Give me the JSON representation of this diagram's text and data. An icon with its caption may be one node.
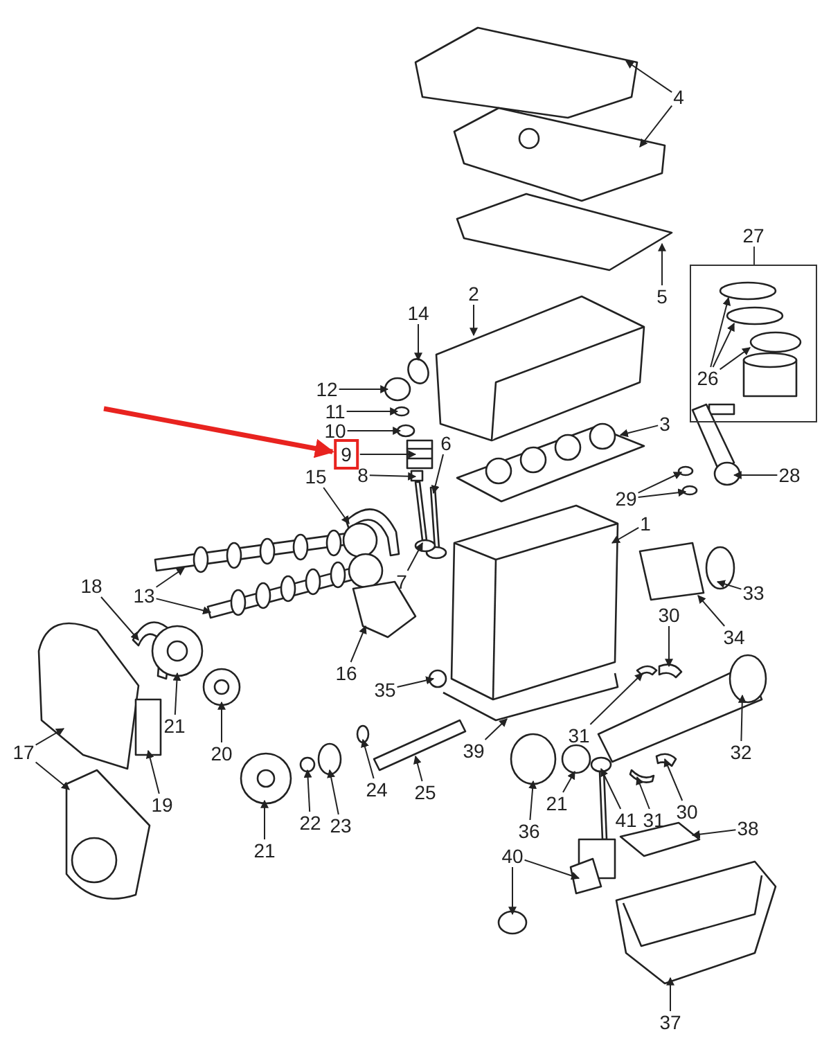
{
  "diagram": {
    "nodes": [
      {
        "text": [
          "4"
        ]
      },
      {
        "text": [
          "27"
        ]
      },
      {
        "text": [
          "5"
        ]
      },
      {
        "text": [
          "2"
        ]
      },
      {
        "text": [
          "26"
        ],
        "in": 1
      },
      {
        "text": [
          "14"
        ]
      },
      {
        "text": [
          "12"
        ]
      },
      {
        "text": [
          "11"
        ]
      },
      {
        "text": [
          "10"
        ]
      },
      {
        "text": [
          "9"
        ]
      },
      {
        "text": [
          "8"
        ]
      },
      {
        "text": [
          "6"
        ]
      },
      {
        "text": [
          "3"
        ]
      },
      {
        "text": [
          "15"
        ]
      },
      {
        "text": [
          "29"
        ]
      },
      {
        "text": [
          "28"
        ]
      },
      {
        "text": [
          "1"
        ]
      },
      {
        "text": [
          "7"
        ]
      },
      {
        "text": [
          "13"
        ]
      },
      {
        "text": [
          "18"
        ]
      },
      {
        "text": [
          "33"
        ]
      },
      {
        "text": [
          "34"
        ]
      },
      {
        "text": [
          "30"
        ]
      },
      {
        "text": [
          "16"
        ]
      },
      {
        "text": [
          "21"
        ]
      },
      {
        "text": [
          "35"
        ]
      },
      {
        "text": [
          "31"
        ]
      },
      {
        "text": [
          "39"
        ]
      },
      {
        "text": [
          "20"
        ]
      },
      {
        "text": [
          "17"
        ]
      },
      {
        "text": [
          "32"
        ]
      },
      {
        "text": [
          "25"
        ]
      },
      {
        "text": [
          "21"
        ]
      },
      {
        "text": [
          "36"
        ]
      },
      {
        "text": [
          "19"
        ]
      },
      {
        "text": [
          "22"
        ]
      },
      {
        "text": [
          "23"
        ]
      },
      {
        "text": [
          "24"
        ]
      },
      {
        "text": [
          "41"
        ]
      },
      {
        "text": [
          "31"
        ]
      },
      {
        "text": [
          "30"
        ]
      },
      {
        "text": [
          "21"
        ]
      },
      {
        "text": [
          "38"
        ]
      },
      {
        "text": [
          "40"
        ]
      },
      {
        "text": [
          "37"
        ]
      },
      {
        "text": [],
        "shape": "picture"
      },
      {
        "text": [],
        "shape": "picture"
      },
      {
        "text": [],
        "shape": "picture"
      },
      {
        "text": [],
        "shape": "picture"
      },
      {
        "text": [],
        "shape": "circle",
        "in": 1
      },
      {
        "text": [],
        "shape": "circle",
        "in": 1
      },
      {
        "text": [],
        "shape": "circle",
        "in": 1
      },
      {
        "text": [],
        "shape": "circle"
      },
      {
        "text": [],
        "shape": "circle"
      },
      {
        "text": [],
        "shape": "circle"
      },
      {
        "text": [],
        "shape": "circle"
      },
      {
        "text": [],
        "shape": "picture"
      },
      {
        "text": [],
        "shape": "box"
      },
      {
        "text": [],
        "shape": "picture"
      },
      {
        "text": [],
        "shape": "picture"
      },
      {
        "text": [],
        "shape": "picture"
      },
      {
        "text": [],
        "shape": "circle"
      },
      {
        "text": [],
        "shape": "circle"
      },
      {
        "text": [],
        "shape": "picture"
      },
      {
        "text": [],
        "shape": "picture"
      },
      {
        "text": [],
        "shape": "picture"
      },
      {
        "text": [],
        "shape": "picture"
      },
      {
        "text": [],
        "shape": "picture"
      },
      {
        "text": [],
        "shape": "picture"
      },
      {
        "text": [],
        "shape": "circle"
      },
      {
        "text": [],
        "shape": "picture"
      },
      {
        "text": [],
        "shape": "picture"
      },
      {
        "text": [],
        "shape": "picture"
      },
      {
        "text": [],
        "shape": "circle"
      },
      {
        "text": [],
        "shape": "circle"
      },
      {
        "text": [],
        "shape": "box"
      },
      {
        "text": [],
        "shape": "picture"
      },
      {
        "text": [],
        "shape": "circle"
      },
      {
        "text": [],
        "shape": "picture"
      },
      {
        "text": [],
        "shape": "picture"
      },
      {
        "text": [],
        "shape": "picture"
      },
      {
        "text": [],
        "shape": "picture"
      },
      {
        "text": [],
        "shape": "circle"
      },
      {
        "text": [],
        "shape": "circle"
      },
      {
        "text": [],
        "shape": "box"
      },
      {
        "text": [],
        "shape": "circle"
      },
      {
        "text": [],
        "shape": "circle"
      },
      {
        "text": [],
        "shape": "circle"
      },
      {
        "text": [],
        "shape": "circle"
      },
      {
        "text": [],
        "shape": "picture"
      },
      {
        "text": [],
        "shape": "picture"
      },
      {
        "text": [],
        "shape": "circle"
      },
      {
        "text": [],
        "shape": "picture"
      },
      {
        "text": [],
        "shape": "picture"
      },
      {
        "text": [],
        "shape": "circle"
      },
      {
        "text": [],
        "shape": "picture"
      }
    ],
    "edges": [
      {
        "from": 0,
        "to": 45,
        "arrow": "to"
      },
      {
        "from": 0,
        "to": 46,
        "arrow": "to"
      },
      {
        "from": 2,
        "to": 47,
        "arrow": "to"
      },
      {
        "from": 3,
        "to": 48,
        "arrow": "to"
      },
      {
        "from": 4,
        "to": 49,
        "arrow": "to"
      },
      {
        "from": 4,
        "to": 50,
        "arrow": "to"
      },
      {
        "from": 4,
        "to": 51,
        "arrow": "to"
      },
      {
        "from": 5,
        "to": 52,
        "arrow": "to"
      },
      {
        "from": 6,
        "to": 53,
        "arrow": "to"
      },
      {
        "from": 7,
        "to": 54,
        "arrow": "to"
      },
      {
        "from": 8,
        "to": 55,
        "arrow": "to"
      },
      {
        "from": 9,
        "to": 56,
        "arrow": "to"
      },
      {
        "from": 10,
        "to": 57,
        "arrow": "to"
      },
      {
        "from": 11,
        "to": 58,
        "arrow": "to"
      },
      {
        "from": 12,
        "to": 59,
        "arrow": "to"
      },
      {
        "from": 13,
        "to": 60,
        "arrow": "to"
      },
      {
        "from": 14,
        "to": 61,
        "arrow": "to"
      },
      {
        "from": 14,
        "to": 62,
        "arrow": "to"
      },
      {
        "from": 15,
        "to": 63,
        "arrow": "to"
      },
      {
        "from": 16,
        "to": 64,
        "arrow": "to"
      },
      {
        "from": 17,
        "to": 65,
        "arrow": "to"
      },
      {
        "from": 18,
        "to": 66,
        "arrow": "to"
      },
      {
        "from": 18,
        "to": 67,
        "arrow": "to"
      },
      {
        "from": 19,
        "to": 68,
        "arrow": "to"
      },
      {
        "from": 20,
        "to": 69,
        "arrow": "to"
      },
      {
        "from": 21,
        "to": 70,
        "arrow": "to"
      },
      {
        "from": 22,
        "to": 71,
        "arrow": "to"
      },
      {
        "from": 23,
        "to": 72,
        "arrow": "to"
      },
      {
        "from": 24,
        "to": 73,
        "arrow": "to"
      },
      {
        "from": 25,
        "to": 74,
        "arrow": "to"
      },
      {
        "from": 26,
        "to": 75,
        "arrow": "to"
      },
      {
        "from": 27,
        "to": 76,
        "arrow": "to"
      },
      {
        "from": 28,
        "to": 77,
        "arrow": "to"
      },
      {
        "from": 29,
        "to": 78,
        "arrow": "to"
      },
      {
        "from": 29,
        "to": 79,
        "arrow": "to"
      },
      {
        "from": 30,
        "to": 80,
        "arrow": "to"
      },
      {
        "from": 31,
        "to": 81,
        "arrow": "to"
      },
      {
        "from": 32,
        "to": 82,
        "arrow": "to"
      },
      {
        "from": 33,
        "to": 83,
        "arrow": "to"
      },
      {
        "from": 34,
        "to": 84,
        "arrow": "to"
      },
      {
        "from": 35,
        "to": 85,
        "arrow": "to"
      },
      {
        "from": 36,
        "to": 86,
        "arrow": "to"
      },
      {
        "from": 37,
        "to": 87,
        "arrow": "to"
      },
      {
        "from": 38,
        "to": 88,
        "arrow": "to"
      },
      {
        "from": 39,
        "to": 89,
        "arrow": "to"
      },
      {
        "from": 40,
        "to": 90,
        "arrow": "to"
      },
      {
        "from": 41,
        "to": 91,
        "arrow": "to"
      },
      {
        "from": 42,
        "to": 92,
        "arrow": "to"
      },
      {
        "from": 43,
        "to": 93,
        "arrow": "to"
      },
      {
        "from": 43,
        "to": 94,
        "arrow": "to"
      },
      {
        "from": 44,
        "to": 95,
        "arrow": "to"
      },
      {
        "from": null,
        "to": 9,
        "arrow": "to",
        "style": "thick",
        "color": "#e8231f"
      }
    ]
  }
}
